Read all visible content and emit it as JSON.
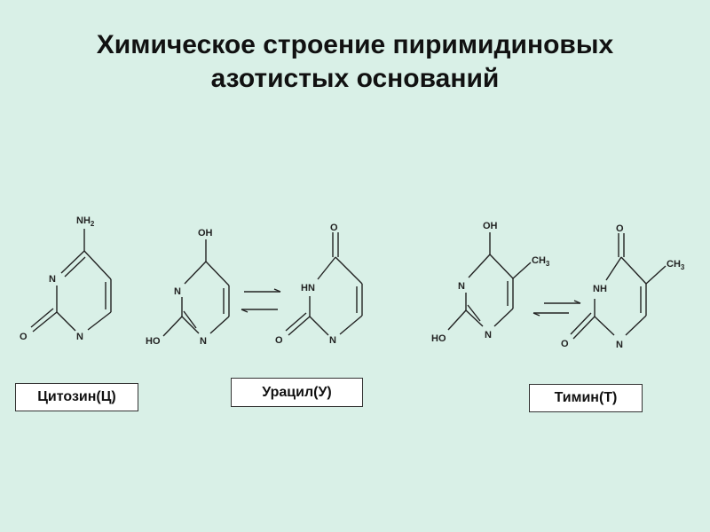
{
  "title": {
    "line1": "Химическое строение пиримидиновых",
    "line2": "азотистых оснований"
  },
  "molecules": {
    "cytosine": {
      "name": "Цитозин(Ц)",
      "atoms": {
        "substituent": "NH2",
        "n_left": "N",
        "n_bottom": "N",
        "oxygen": "O"
      }
    },
    "uracil": {
      "name": "Урацил(У)",
      "enol_atoms": {
        "top": "OH",
        "n_left": "N",
        "bottom_left": "HO",
        "n_bottom": "N"
      },
      "keto_atoms": {
        "top": "O",
        "n_left": "HN",
        "bottom_left": "O",
        "n_bottom": "N"
      }
    },
    "thymine": {
      "name": "Тимин(Т)",
      "enol_atoms": {
        "top": "OH",
        "methyl": "CH3",
        "n_left": "N",
        "bottom_left": "HO",
        "n_bottom": "N"
      },
      "keto_atoms": {
        "top": "O",
        "methyl": "CH3",
        "n_left": "NH",
        "bottom_left": "O",
        "n_bottom": "N"
      }
    }
  }
}
